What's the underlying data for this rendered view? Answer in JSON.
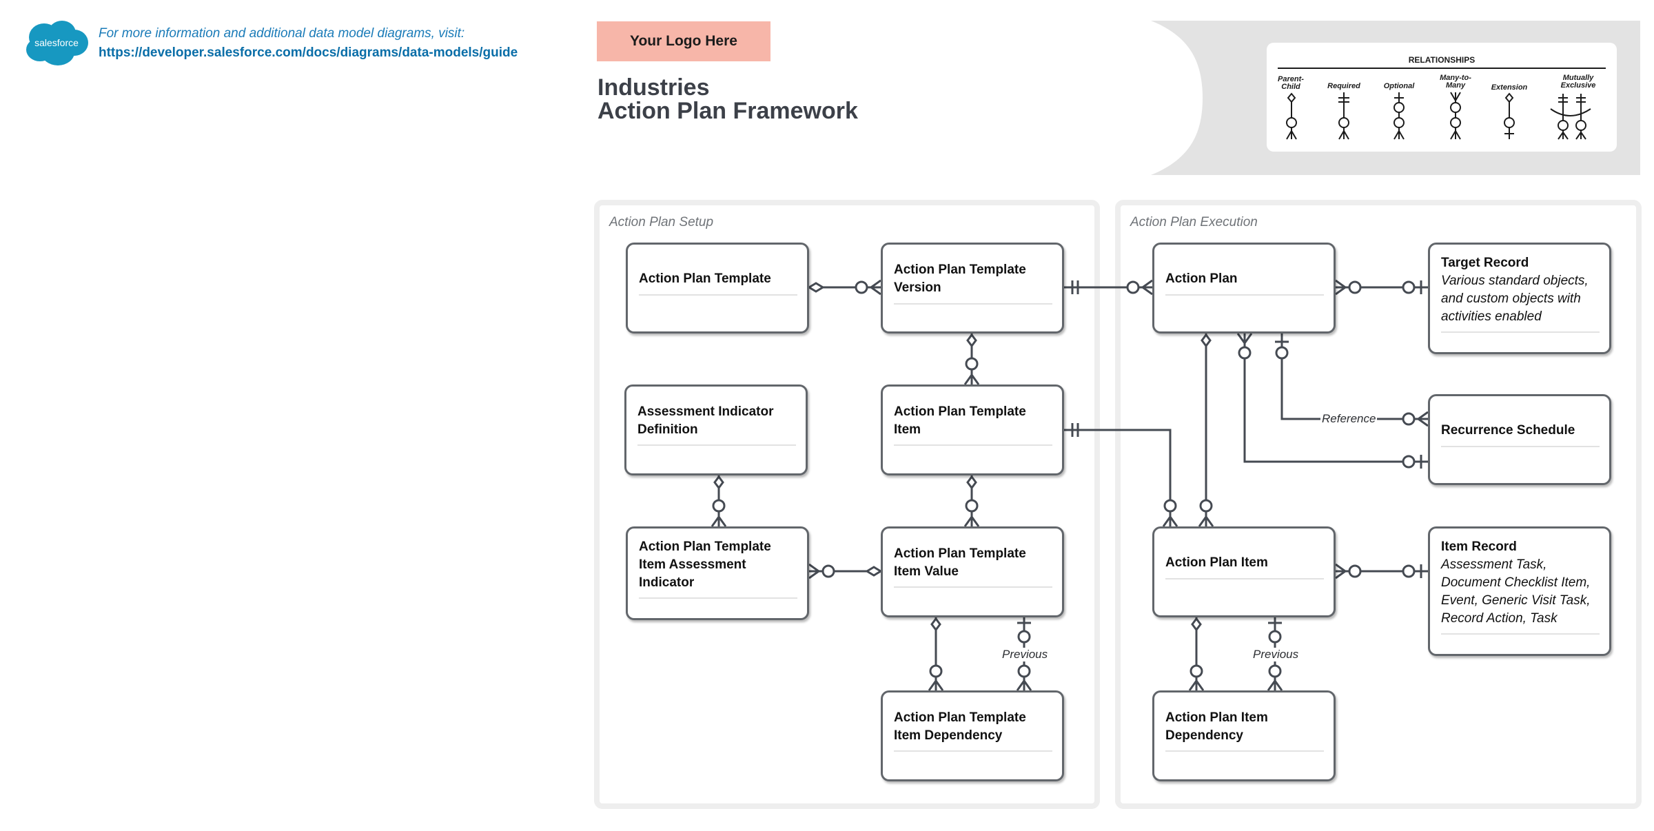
{
  "header": {
    "brand_text": "salesforce",
    "info_line": "For more information and additional data model diagrams, visit:",
    "info_url": "https://developer.salesforce.com/docs/diagrams/data-models/guide",
    "logo_placeholder": "Your Logo Here",
    "title_line1": "Industries",
    "title_line2": "Action Plan Framework"
  },
  "legend": {
    "heading": "RELATIONSHIPS",
    "items": [
      {
        "label": "Parent-\nChild",
        "icon": "parent-child-icon"
      },
      {
        "label": "Required",
        "icon": "required-icon"
      },
      {
        "label": "Optional",
        "icon": "optional-icon"
      },
      {
        "label": "Many-to-\nMany",
        "icon": "many-to-many-icon"
      },
      {
        "label": "Extension",
        "icon": "extension-icon"
      },
      {
        "label": "Mutually\nExclusive",
        "icon": "mutually-exclusive-icon"
      }
    ]
  },
  "panels": {
    "setup": {
      "title": "Action Plan Setup"
    },
    "execution": {
      "title": "Action Plan Execution"
    }
  },
  "entities": {
    "apt": {
      "name": "Action Plan Template"
    },
    "aptv": {
      "name": "Action Plan Template\nVersion"
    },
    "aid": {
      "name": "Assessment Indicator\nDefinition"
    },
    "apti": {
      "name": "Action Plan Template\nItem"
    },
    "aptiai": {
      "name": "Action Plan Template\nItem Assessment\nIndicator"
    },
    "aptiv": {
      "name": "Action Plan Template\nItem Value"
    },
    "aptid": {
      "name": "Action Plan Template\nItem Dependency"
    },
    "ap": {
      "name": "Action Plan"
    },
    "tr": {
      "name": "Target Record",
      "desc": "Various standard objects,\nand custom objects with\nactivities enabled"
    },
    "rs": {
      "name": "Recurrence Schedule"
    },
    "api": {
      "name": "Action Plan Item"
    },
    "ir": {
      "name": "Item Record",
      "desc": "Assessment Task,\nDocument Checklist Item,\nEvent, Generic Visit Task,\nRecord Action, Task"
    },
    "apid": {
      "name": "Action Plan Item\nDependency"
    }
  },
  "connector_labels": {
    "reference": "Reference",
    "previous_setup": "Previous",
    "previous_exec": "Previous"
  },
  "colors": {
    "connector": "#454a52",
    "entity_border": "#62666b",
    "logo_bg": "#f7b6a9",
    "link": "#0a6ea8",
    "brand": "#1798c1",
    "legend_bg": "#e3e3e3",
    "panel_border": "#eeeeee"
  }
}
